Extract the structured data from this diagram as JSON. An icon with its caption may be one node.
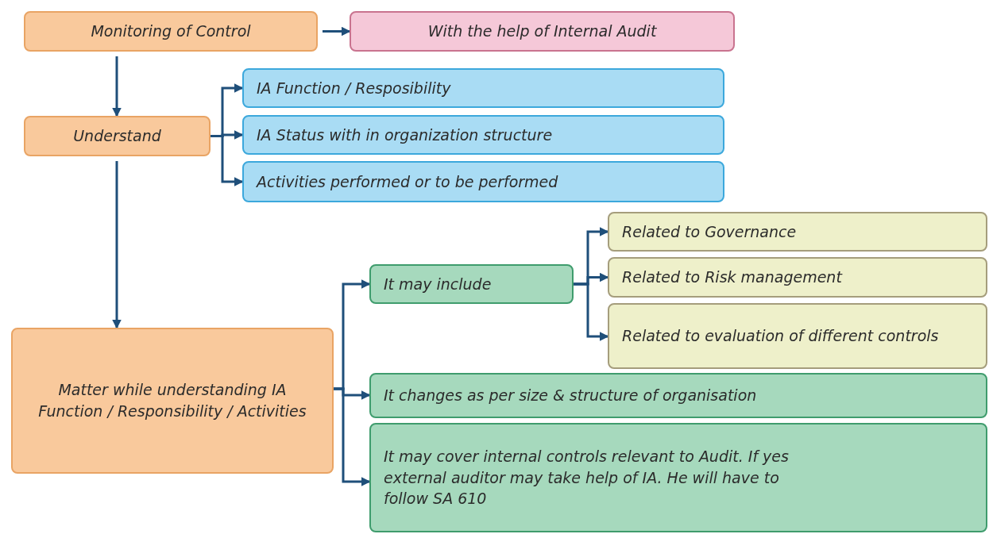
{
  "diagram": {
    "nodes": [
      {
        "text": [
          "Monitoring of Control"
        ]
      },
      {
        "text": [
          "With the help of Internal Audit"
        ]
      },
      {
        "text": [
          "Understand"
        ]
      },
      {
        "text": [
          "IA Function / Resposibility"
        ]
      },
      {
        "text": [
          "IA Status with in organization structure"
        ]
      },
      {
        "text": [
          "Activities performed or to be performed"
        ]
      },
      {
        "text": [
          "Matter while understanding IA Function / Responsibility / Activities"
        ]
      },
      {
        "text": [
          "It may include"
        ]
      },
      {
        "text": [
          "Related to Governance"
        ]
      },
      {
        "text": [
          "Related to Risk management"
        ]
      },
      {
        "text": [
          "Related to evaluation of different controls"
        ]
      },
      {
        "text": [
          "It changes as per size & structure of organisation"
        ]
      },
      {
        "text": [
          "It may cover internal controls relevant to Audit. If yes external auditor may take help of IA. He will have to follow SA 610"
        ]
      }
    ],
    "edges": [
      {
        "from": 0,
        "to": 1,
        "arrow": "to"
      },
      {
        "from": 0,
        "to": 2,
        "arrow": "to"
      },
      {
        "from": 2,
        "to": 3,
        "arrow": "to"
      },
      {
        "from": 2,
        "to": 4,
        "arrow": "to"
      },
      {
        "from": 2,
        "to": 5,
        "arrow": "to"
      },
      {
        "from": 2,
        "to": 6,
        "arrow": "to"
      },
      {
        "from": 6,
        "to": 7,
        "arrow": "to"
      },
      {
        "from": 6,
        "to": 11,
        "arrow": "to"
      },
      {
        "from": 6,
        "to": 12,
        "arrow": "to"
      },
      {
        "from": 7,
        "to": 8,
        "arrow": "to"
      },
      {
        "from": 7,
        "to": 9,
        "arrow": "to"
      },
      {
        "from": 7,
        "to": 10,
        "arrow": "to"
      }
    ]
  }
}
